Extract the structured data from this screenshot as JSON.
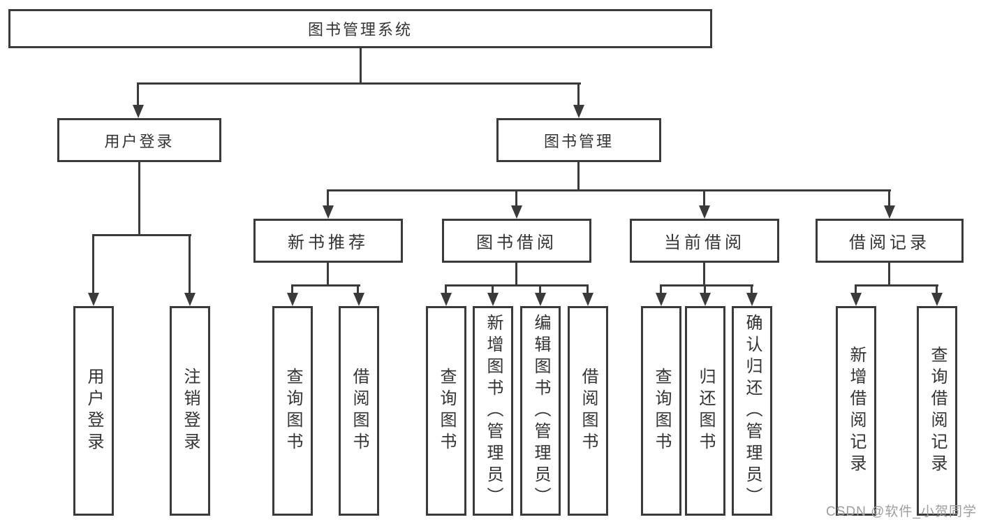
{
  "tree": {
    "root": {
      "label": "图书管理系统"
    },
    "branches": [
      {
        "label": "用户登录",
        "children": [
          {
            "label": "用户登录"
          },
          {
            "label": "注销登录"
          }
        ]
      },
      {
        "label": "图书管理",
        "children": [
          {
            "label": "新书推荐",
            "children": [
              {
                "label": "查询图书"
              },
              {
                "label": "借阅图书"
              }
            ]
          },
          {
            "label": "图书借阅",
            "children": [
              {
                "label": "查询图书"
              },
              {
                "label": "新增图书（管理员）"
              },
              {
                "label": "编辑图书（管理员）"
              },
              {
                "label": "借阅图书"
              }
            ]
          },
          {
            "label": "当前借阅",
            "children": [
              {
                "label": "查询图书"
              },
              {
                "label": "归还图书"
              },
              {
                "label": "确认归还（管理员）"
              }
            ]
          },
          {
            "label": "借阅记录",
            "children": [
              {
                "label": "新增借阅记录"
              },
              {
                "label": "查询借阅记录"
              }
            ]
          }
        ]
      }
    ]
  },
  "watermark": {
    "text": "CSDN @软件_小贺同学"
  },
  "colors": {
    "line": "#3a3a3a",
    "text": "#333333",
    "background": "#ffffff",
    "watermark": "#9d9d9d"
  }
}
